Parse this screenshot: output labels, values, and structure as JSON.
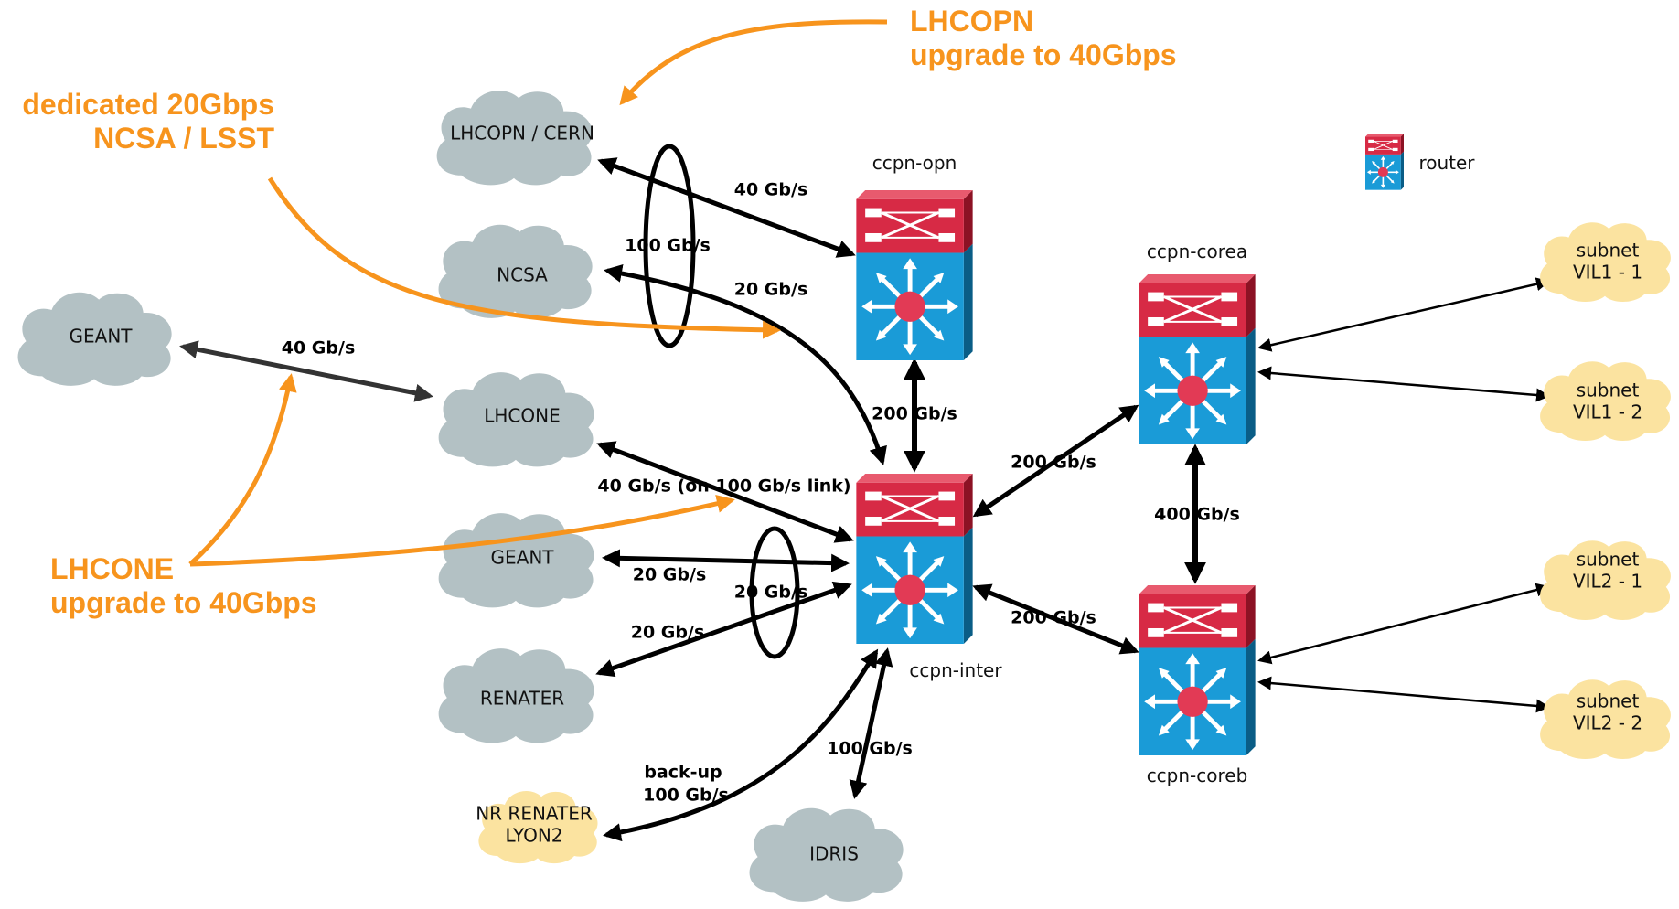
{
  "clouds": {
    "lhcopn_cern": "LHCOPN / CERN",
    "ncsa": "NCSA",
    "geant_left": "GEANT",
    "lhcone": "LHCONE",
    "geant": "GEANT",
    "renater": "RENATER",
    "nr_renater_line1": "NR RENATER",
    "nr_renater_line2": "LYON2",
    "idris": "IDRIS",
    "vil1_1_line1": "subnet",
    "vil1_1_line2": "VIL1 - 1",
    "vil1_2_line1": "subnet",
    "vil1_2_line2": "VIL1 - 2",
    "vil2_1_line1": "subnet",
    "vil2_1_line2": "VIL2 - 1",
    "vil2_2_line1": "subnet",
    "vil2_2_line2": "VIL2 - 2"
  },
  "routers": {
    "opn": "ccpn-opn",
    "inter": "ccpn-inter",
    "corea": "ccpn-corea",
    "coreb": "ccpn-coreb",
    "legend": "router"
  },
  "links": {
    "lhcopn_opn": "40 Gb/s",
    "group_100": "100 Gb/s",
    "ncsa_inter": "20 Gb/s",
    "geant_lhcone": "40 Gb/s",
    "opn_inter": "200 Gb/s",
    "lhcone_inter": "40 Gb/s (on 100 Gb/s link)",
    "inter_corea": "200 Gb/s",
    "corea_coreb": "400 Gb/s",
    "inter_coreb": "200 Gb/s",
    "geant_inter": "20 Gb/s",
    "group_20": "20 Gb/s",
    "renater_inter": "20 Gb/s",
    "backup_line1": "back-up",
    "backup_line2": "100 Gb/s",
    "idris_inter": "100 Gb/s"
  },
  "notes": {
    "lhcopn_line1": "LHCOPN",
    "lhcopn_line2": "upgrade to 40Gbps",
    "dedicated_line1": "dedicated 20Gbps",
    "dedicated_line2": "NCSA / LSST",
    "lhcone_line1": "LHCONE",
    "lhcone_line2": "upgrade to 40Gbps"
  },
  "colors": {
    "cloud_gray": "#b3c1c4",
    "cloud_yellow": "#fbe3a0",
    "router_red": "#d72a45",
    "router_blue": "#0f96d1",
    "annotation_orange": "#f7941d"
  }
}
